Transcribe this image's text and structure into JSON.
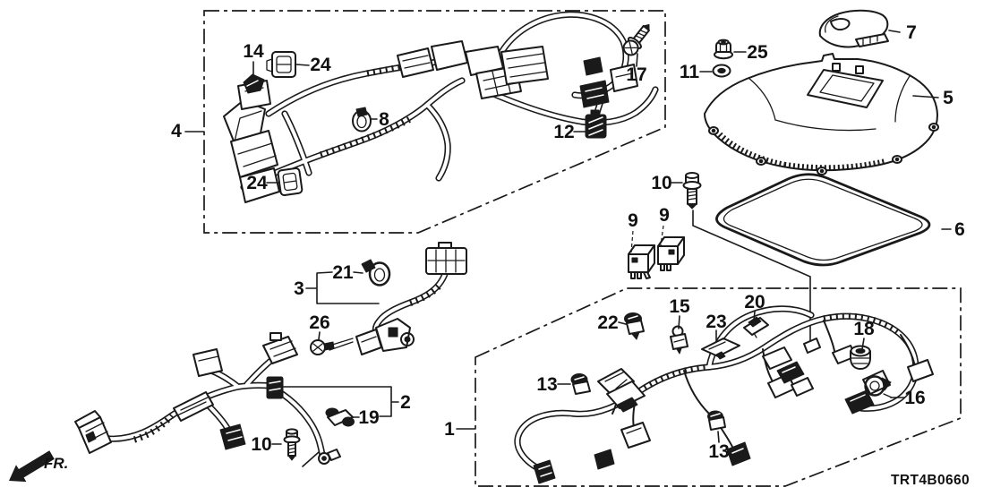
{
  "diagram": {
    "code": "TRT4B0660",
    "front_marker": "FR."
  },
  "colors": {
    "ink": "#1a1a1a",
    "background": "#ffffff"
  },
  "labels": {
    "l1": "1",
    "l2": "2",
    "l3": "3",
    "l4": "4",
    "l5": "5",
    "l6": "6",
    "l7": "7",
    "l8": "8",
    "l9a": "9",
    "l9b": "9",
    "l10a": "10",
    "l10b": "10",
    "l11": "11",
    "l12": "12",
    "l13a": "13",
    "l13b": "13",
    "l14": "14",
    "l15": "15",
    "l16": "16",
    "l17": "17",
    "l18": "18",
    "l19": "19",
    "l20": "20",
    "l21": "21",
    "l22": "22",
    "l23": "23",
    "l24a": "24",
    "l24b": "24",
    "l25": "25",
    "l26": "26"
  }
}
